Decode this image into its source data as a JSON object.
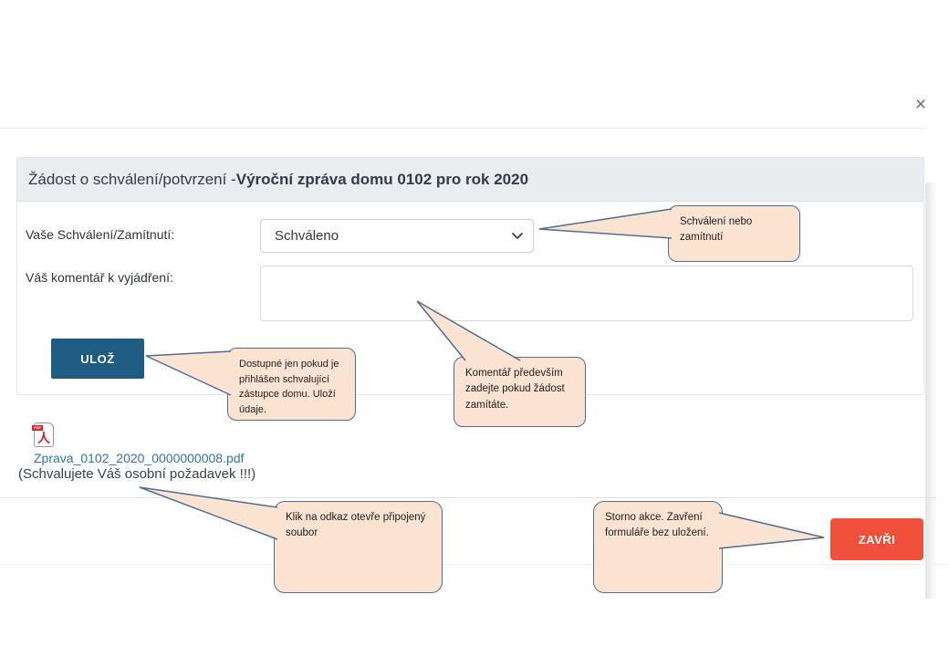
{
  "dialog": {
    "close_icon": "×",
    "title": {
      "prefix": "Žádost o schválení/potvrzení - ",
      "strong": "Výroční zpráva domu 0102 pro rok 2020"
    },
    "fields": {
      "approval_label": "Vaše Schválení/Zamítnutí:",
      "approval_value": "Schváleno",
      "comment_label": "Váš komentář k vyjádření:",
      "comment_value": ""
    },
    "buttons": {
      "save": "ULOŽ",
      "close": "ZAVŘI"
    },
    "attachment": {
      "pdf_badge": "PDF",
      "pdf_glyph": "人",
      "link": "Zprava_0102_2020_0000000008.pdf",
      "note": "(Schvalujete Váš osobní požadavek !!!)"
    }
  },
  "callouts": [
    {
      "text": "Schválení nebo zamítnutí"
    },
    {
      "text": "Dostupné jen pokud je přihlášen schvalující zástupce domu. Uloží údaje."
    },
    {
      "text": "Komentář především zadejte pokud žádost zamítáte."
    },
    {
      "text": "Klik na odkaz otevře připojený soubor"
    },
    {
      "text": "Storno akce. Zavření formuláře bez uložení."
    }
  ],
  "colors": {
    "save_button": "#1f5c84",
    "close_button": "#f1503d",
    "callout_bg": "#fbe3d2",
    "callout_border": "#4f6d96",
    "header_bg": "#e9edf0",
    "link": "#3072b5"
  }
}
